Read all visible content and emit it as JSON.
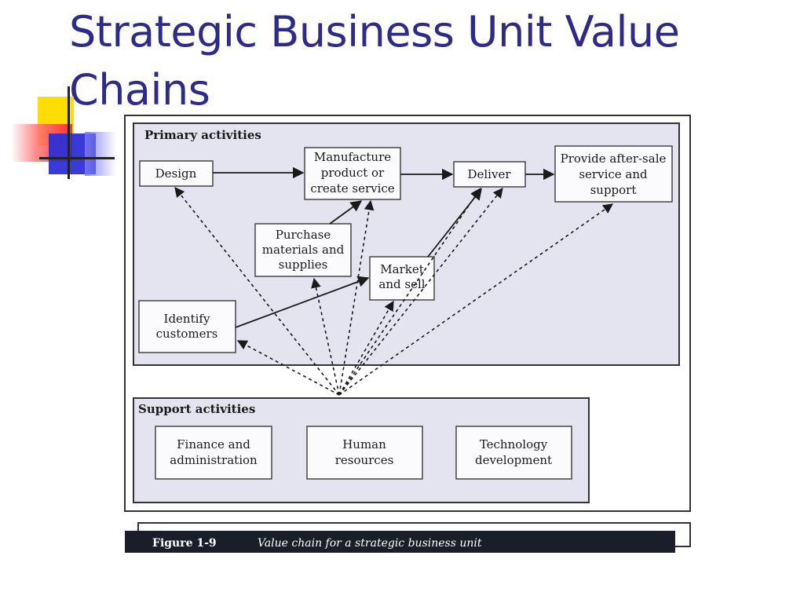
{
  "slide": {
    "title_line1": "Strategic Business Unit Value",
    "title_line2": "Chains"
  },
  "figure": {
    "primary_label": "Primary activities",
    "support_label": "Support activities",
    "caption_number": "Figure 1-9",
    "caption_text": "Value chain for a strategic business unit",
    "primary": {
      "design": "Design",
      "manufacture": [
        "Manufacture",
        "product or",
        "create service"
      ],
      "deliver": "Deliver",
      "after_sale": [
        "Provide after-sale",
        "service and",
        "support"
      ],
      "purchase": [
        "Purchase",
        "materials and",
        "supplies"
      ],
      "market": [
        "Market",
        "and sell"
      ],
      "identify": [
        "Identify",
        "customers"
      ]
    },
    "support": {
      "finance": [
        "Finance and",
        "administration"
      ],
      "hr": [
        "Human",
        "resources"
      ],
      "tech": [
        "Technology",
        "development"
      ]
    }
  },
  "colors": {
    "title": "#2e2a8a",
    "panel_fill": "#e3e4ef",
    "box_fill": "#fbfbfd",
    "caption_bar": "#1b1d2a",
    "deco_yellow": "#ffdd00",
    "deco_blue": "#2f2fd6",
    "deco_red": "#ff3030"
  }
}
